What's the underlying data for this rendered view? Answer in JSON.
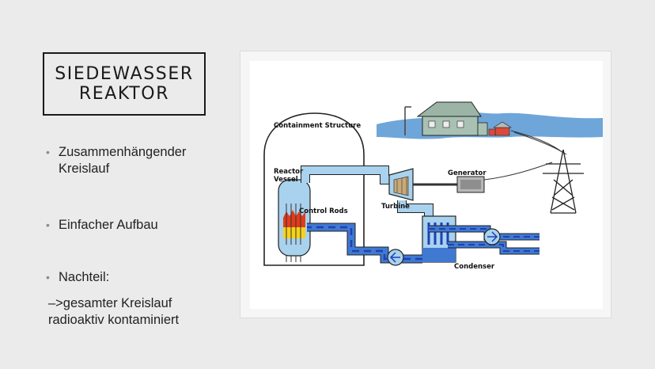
{
  "slide": {
    "title_lines": [
      "SIEDEWASSER",
      "REAKTOR"
    ],
    "bullets": [
      {
        "text": "Zusammenhängender Kreislauf"
      },
      {
        "text": "Einfacher Aufbau"
      },
      {
        "text": "Nachteil:"
      }
    ],
    "extra_text": "–>gesamter Kreislauf radioaktiv kontaminiert",
    "bullet_icon": "bullet-dot"
  },
  "diagram": {
    "labels": {
      "containment": "Containment Structure",
      "reactor": "Reactor",
      "vessel": "Vessel",
      "control_rods": "Control Rods",
      "turbine": "Turbine",
      "generator": "Generator",
      "condenser": "Condenser"
    },
    "colors": {
      "water": "#6fa6d9",
      "pipe_light": "#a8d2ee",
      "pipe_dark": "#1f3fb8",
      "core_red": "#e23b1b",
      "core_yellow": "#f6d21b"
    }
  }
}
